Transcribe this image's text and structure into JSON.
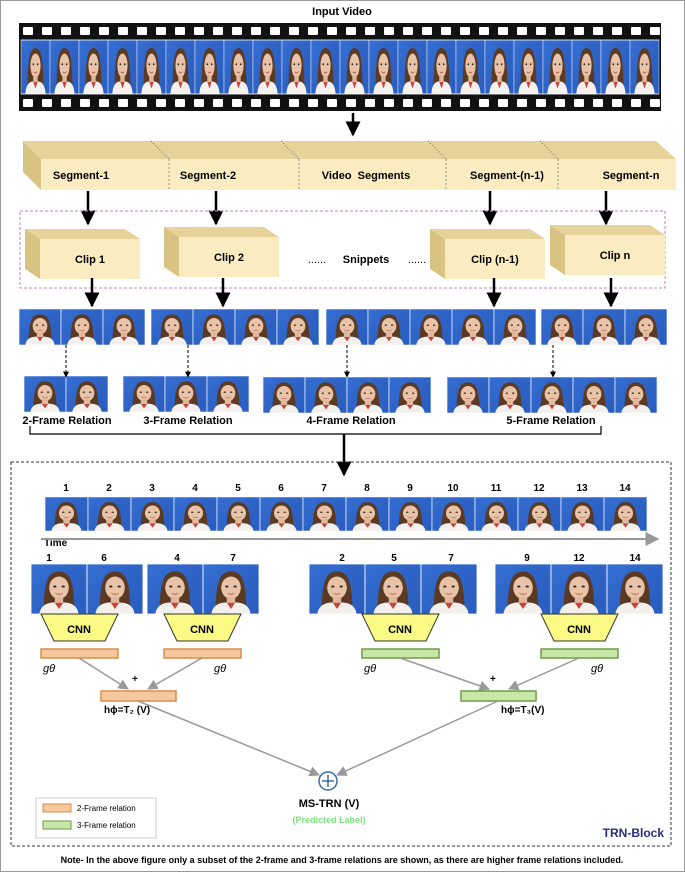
{
  "title": "Input Video",
  "segments": [
    "Segment-1",
    "Segment-2",
    "Video  Segments",
    "Segment-(n-1)",
    "Segment-n"
  ],
  "clips": [
    "Clip 1",
    "Clip 2",
    "Clip (n-1)",
    "Clip n"
  ],
  "snippets_label": "Snippets",
  "ellipsis": "......",
  "relations": [
    "2-Frame Relation",
    "3-Frame Relation",
    "4-Frame Relation",
    "5-Frame Relation"
  ],
  "frame_numbers": [
    "1",
    "2",
    "3",
    "4",
    "5",
    "6",
    "7",
    "8",
    "9",
    "10",
    "11",
    "12",
    "13",
    "14"
  ],
  "time_label": "Time",
  "groups": [
    {
      "numbers": [
        "1",
        "6"
      ]
    },
    {
      "numbers": [
        "4",
        "7"
      ]
    },
    {
      "numbers": [
        "2",
        "5",
        "7"
      ]
    },
    {
      "numbers": [
        "9",
        "12",
        "14"
      ]
    }
  ],
  "cnn_label": "CNN",
  "g_theta": "gθ",
  "plus": "+",
  "h_labels": [
    "hϕ=T₂ (V)",
    "hϕ=T₃(V)"
  ],
  "output_label": "MS-TRN (V)",
  "output_sub": "(Predicted Label)",
  "legend": [
    "2-Frame relation",
    "3-Frame relation"
  ],
  "block_label": "TRN-Block",
  "note": "Note- In the above figure only a subset of the 2-frame and 3-frame relations are shown, as there are higher frame relations included.",
  "colors": {
    "segment_fill": "#faecc0",
    "segment_side": "#e7d39a",
    "cnn_fill": "#fafa84",
    "orange": "#f6c89e",
    "orange_stroke": "#d98e4a",
    "green": "#c9e8a8",
    "green_stroke": "#6e9c4a",
    "predicted": "#7ee07e",
    "block_label": "#2b2d80",
    "plus_circle": "#3a6aa8",
    "video_bg": "#2e62c8"
  }
}
